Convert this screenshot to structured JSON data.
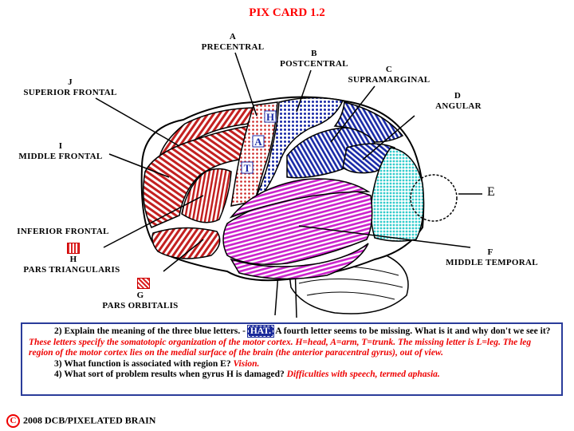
{
  "title": "PIX CARD 1.2",
  "labels": {
    "a_letter": "A",
    "a_name": "PRECENTRAL",
    "b_letter": "B",
    "b_name": "POSTCENTRAL",
    "c_letter": "C",
    "c_name": "SUPRAMARGINAL",
    "d_letter": "D",
    "d_name": "ANGULAR",
    "e_letter": "E",
    "f_letter": "F",
    "f_name": "MIDDLE TEMPORAL",
    "j_letter": "J",
    "j_name": "SUPERIOR FRONTAL",
    "i_letter": "I",
    "i_name": "MIDDLE FRONTAL",
    "inferior_frontal": "INFERIOR FRONTAL",
    "h_letter": "H",
    "h_name": "PARS TRIANGULARIS",
    "g_letter": "G",
    "g_name": "PARS ORBITALIS"
  },
  "motor_letters": [
    "H",
    "A",
    "T"
  ],
  "questions": {
    "q2_prefix": "2) Explain the meaning of the three blue letters. -",
    "q2_badge": "HAT.",
    "q2_suffix": "A fourth letter seems to be missing.  What is it and why don't we see it?",
    "q2_answer": "These letters specify the somatotopic organization of the motor cortex. H=head, A=arm, T=trunk.  The missing letter is L=leg.  The leg region of the motor cortex lies on the medial surface of the brain (the anterior paracentral gyrus), out of view.",
    "q3_prefix": "3) What function is associated with region E?",
    "q3_answer": "Vision.",
    "q4_prefix": "4) What sort of problem results when gyrus H is damaged?",
    "q4_answer": "Difficulties with speech, termed aphasia."
  },
  "copyright_symbol": "C",
  "copyright": "2008  DCB/PIXELATED BRAIN",
  "colors": {
    "frontal_red": "#c42020",
    "precentral_dots": "#cc2222",
    "parietal_blue": "#1a2aa8",
    "temporal_magenta": "#cc22cc",
    "occipital_cyan": "#33cccc",
    "answer_red": "#ee0000",
    "box_border": "#2a3c9a"
  }
}
